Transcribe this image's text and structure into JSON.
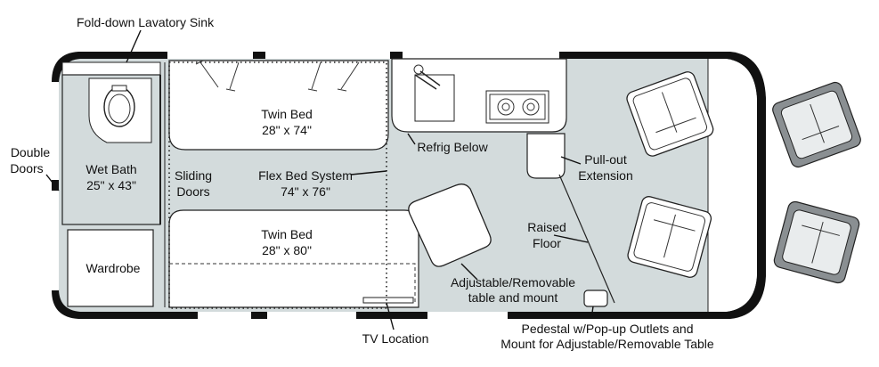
{
  "labels": {
    "lavatory_sink": "Fold-down Lavatory Sink",
    "double_doors_line1": "Double",
    "double_doors_line2": "Doors",
    "wet_bath_line1": "Wet Bath",
    "wet_bath_line2": "25\" x 43\"",
    "wardrobe": "Wardrobe",
    "sliding_doors_line1": "Sliding",
    "sliding_doors_line2": "Doors",
    "twin_bed_top_line1": "Twin Bed",
    "twin_bed_top_line2": "28\" x 74\"",
    "flex_bed_line1": "Flex Bed System",
    "flex_bed_line2": "74\" x 76\"",
    "twin_bed_bottom_line1": "Twin Bed",
    "twin_bed_bottom_line2": "28\" x 80\"",
    "refrig_below": "Refrig Below",
    "pullout_line1": "Pull-out",
    "pullout_line2": "Extension",
    "raised_floor_line1": "Raised",
    "raised_floor_line2": "Floor",
    "table_line1": "Adjustable/Removable",
    "table_line2": "table and mount",
    "tv_location": "TV Location",
    "pedestal_line1": "Pedestal w/Pop-up Outlets and",
    "pedestal_line2": "Mount for Adjustable/Removable Table"
  }
}
